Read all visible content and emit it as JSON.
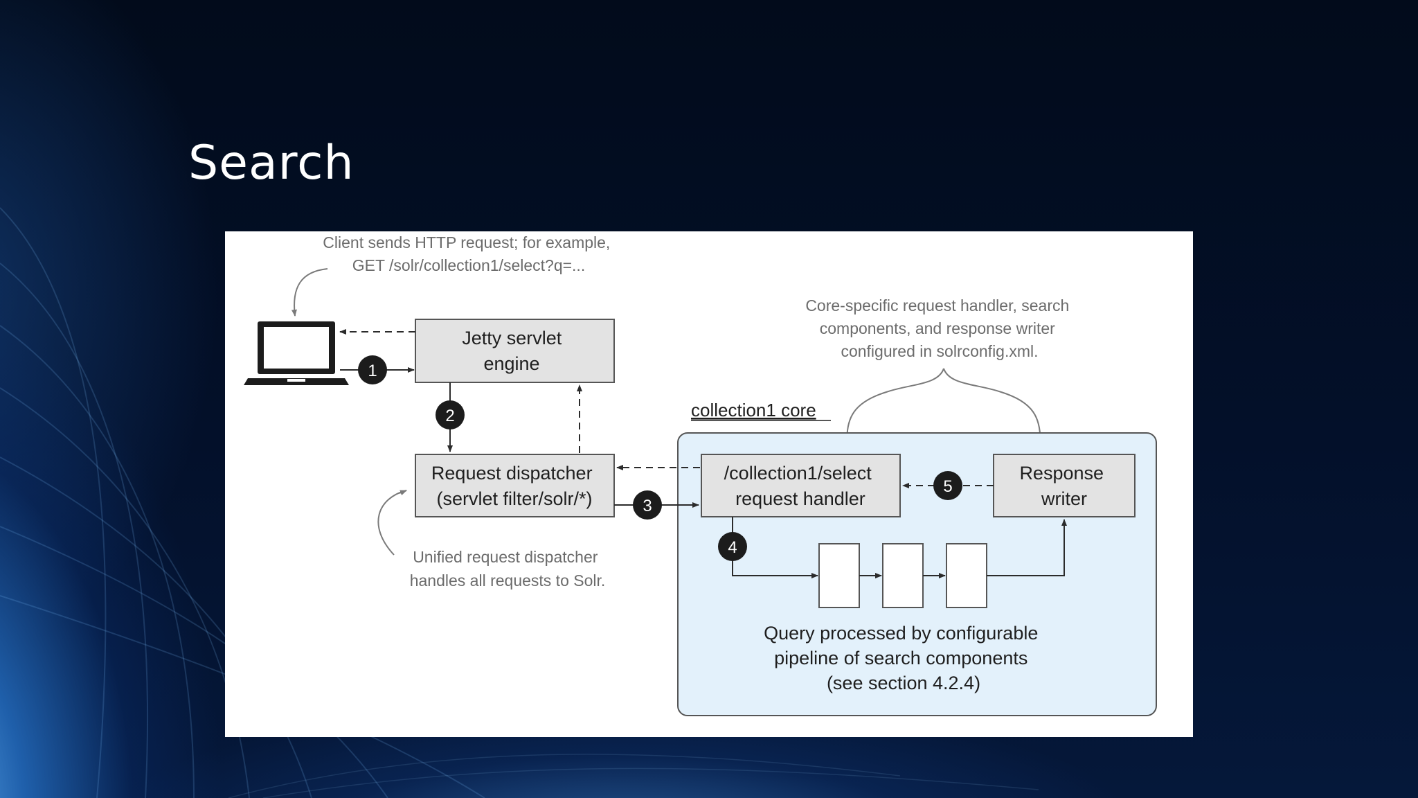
{
  "slide": {
    "title": "Search"
  },
  "diagram": {
    "client_note": [
      "Client sends HTTP request; for example,",
      "GET /solr/collection1/select?q=..."
    ],
    "jetty_box": [
      "Jetty servlet",
      "engine"
    ],
    "dispatcher_box": [
      "Request dispatcher",
      "(servlet filter/solr/*)"
    ],
    "dispatcher_note": [
      "Unified request dispatcher",
      "handles all requests to Solr."
    ],
    "core_note": [
      "Core-specific request handler, search",
      "components, and response writer",
      "configured in solrconfig.xml."
    ],
    "core_label": "collection1 core",
    "handler_box": [
      "/collection1/select",
      "request handler"
    ],
    "writer_box": [
      "Response",
      "writer"
    ],
    "pipeline_note": [
      "Query processed by configurable",
      "pipeline of search components",
      "(see section 4.2.4)"
    ],
    "steps": [
      "1",
      "2",
      "3",
      "4",
      "5"
    ],
    "colors": {
      "box_fill": "#e3e3e3",
      "core_fill": "#e3f1fb",
      "step_fill": "#1c1c1c",
      "arrow": "#2b2b2b",
      "note_text": "#6b6b6b"
    }
  }
}
